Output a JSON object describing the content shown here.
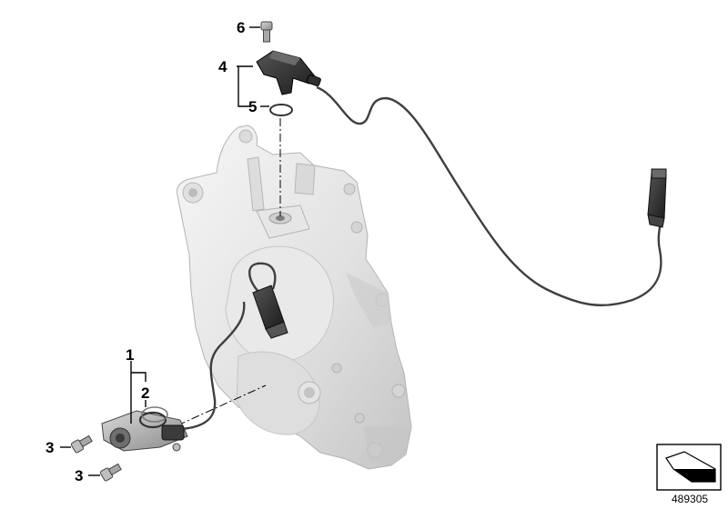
{
  "callouts": {
    "c1": "1",
    "c2": "2",
    "c3a": "3",
    "c3b": "3",
    "c4": "4",
    "c5": "5",
    "c6": "6"
  },
  "document_number": "489305",
  "colors": {
    "housing_light": "#eeeeee",
    "housing_mid": "#d2d2d2",
    "housing_shadow": "#b9b9b9",
    "part_dark": "#2a2a2a",
    "part_grey": "#8e8e8e",
    "cable": "#555555",
    "line": "#000000"
  },
  "icons": [
    "bolt-icon",
    "o-ring-icon",
    "sensor-icon",
    "connector-icon",
    "orientation-arrow-icon"
  ]
}
